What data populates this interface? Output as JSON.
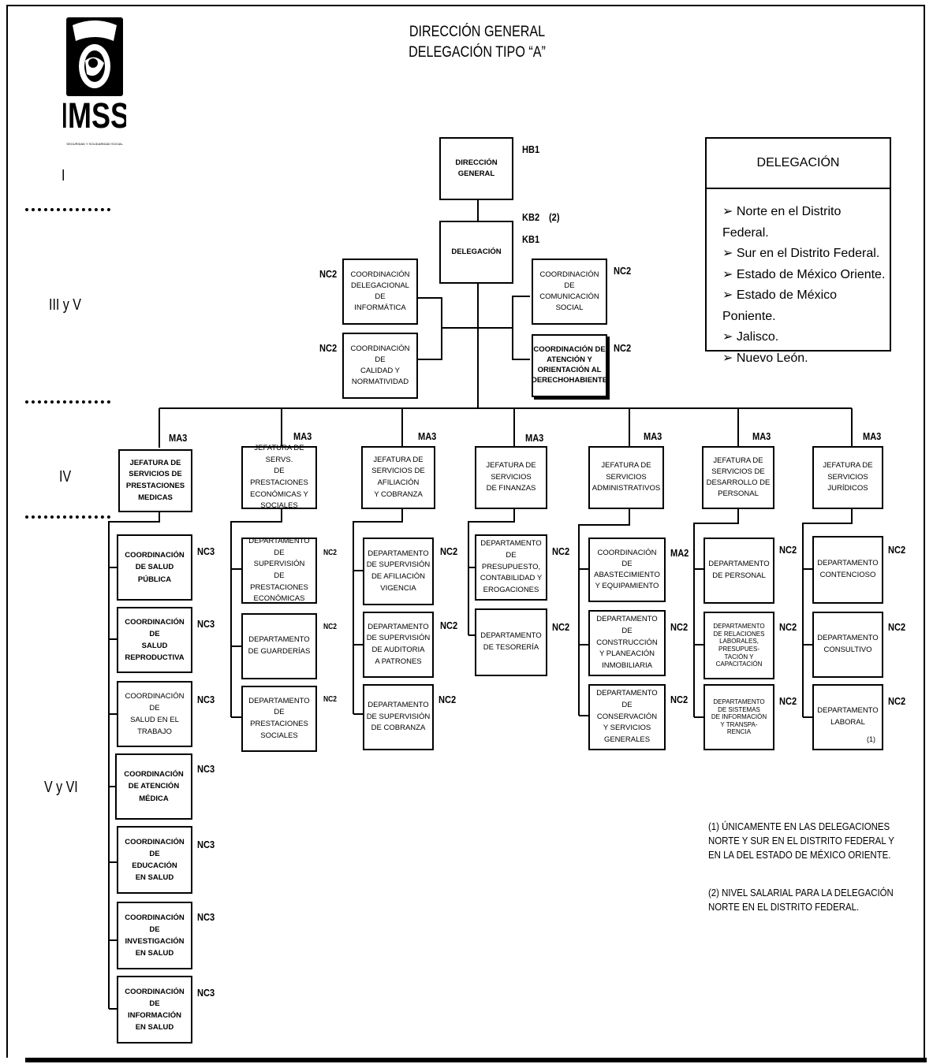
{
  "title": {
    "line1": "DIRECCIÓN GENERAL",
    "line2": "DELEGACIÓN TIPO “A”"
  },
  "logo": {
    "text": "IMSS",
    "tagline": "SEGURIDAD Y SOLIDARIDAD SOCIAL"
  },
  "levels": [
    "I",
    "III y V",
    "IV",
    "V y VI"
  ],
  "legend": {
    "title": "DELEGACIÓN",
    "items": [
      "Norte en el Distrito Federal.",
      "Sur en el Distrito Federal.",
      "Estado de México Oriente.",
      "Estado de México Poniente.",
      "Jalisco.",
      "Nuevo León."
    ]
  },
  "notes": [
    "(1) ÚNICAMENTE EN LAS DELEGACIONES NORTE Y SUR EN EL DISTRITO FEDERAL Y EN LA DEL ESTADO DE MÉXICO ORIENTE.",
    "(2) NIVEL SALARIAL PARA LA DELEGACIÓN NORTE EN EL DISTRITO FEDERAL."
  ],
  "top": {
    "direccion": {
      "label": "DIRECCIÓN\nGENERAL",
      "level": "HB1"
    },
    "delegacion": {
      "label": "DELEGACIÓN",
      "level1": "KB2",
      "level1_note": "(2)",
      "level2": "KB1"
    }
  },
  "coordinations": [
    {
      "label": "COORDINACIÓN\nDELEGACIONAL DE\nINFORMÁTICA",
      "level": "NC2"
    },
    {
      "label": "COORDINACIÓN DE\nCALIDAD Y\nNORMATIVIDAD",
      "level": "NC2"
    },
    {
      "label": "COORDINACIÓN DE\nCOMUNICACIÓN\nSOCIAL",
      "level": "NC2"
    },
    {
      "label": "COORDINACIÓN DE\nATENCIÓN Y\nORIENTACIÓN AL\nDERECHOHABIENTE",
      "level": "NC2"
    }
  ],
  "jefaturas": [
    {
      "label": "JEFATURA DE\nSERVICIOS DE\nPRESTACIONES\nMEDICAS",
      "level": "MA3",
      "children": [
        {
          "label": "COORDINACIÓN\nDE SALUD\nPÚBLICA",
          "level": "NC3"
        },
        {
          "label": "COORDINACIÓN DE\nSALUD\nREPRODUCTIVA",
          "level": "NC3"
        },
        {
          "label": "COORDINACIÓN DE\nSALUD EN EL\nTRABAJO",
          "level": "NC3"
        },
        {
          "label": "COORDINACIÓN\nDE ATENCIÓN\nMÉDICA",
          "level": "NC3"
        },
        {
          "label": "COORDINACIÓN DE\nEDUCACIÓN\nEN SALUD",
          "level": "NC3"
        },
        {
          "label": "COORDINACIÓN DE\nINVESTIGACIÓN\nEN SALUD",
          "level": "NC3"
        },
        {
          "label": "COORDINACIÓN DE\nINFORMACIÓN\nEN SALUD",
          "level": "NC3"
        }
      ]
    },
    {
      "label": "JEFATURA DE SERVS.\nDE PRESTACIONES\nECONÓMICAS Y\nSOCIALES",
      "level": "MA3",
      "children": [
        {
          "label": "DEPARTAMENTO DE\nSUPERVISIÓN\nDE PRESTACIONES\nECONÓMICAS",
          "level": "NC2"
        },
        {
          "label": "DEPARTAMENTO\nDE GUARDERÍAS",
          "level": "NC2"
        },
        {
          "label": "DEPARTAMENTO\nDE PRESTACIONES\nSOCIALES",
          "level": "NC2"
        }
      ]
    },
    {
      "label": "JEFATURA DE\nSERVICIOS DE\nAFILIACIÓN\nY COBRANZA",
      "level": "MA3",
      "children": [
        {
          "label": "DEPARTAMENTO\nDE SUPERVISIÓN\nDE AFILIACIÓN\nVIGENCIA",
          "level": "NC2"
        },
        {
          "label": "DEPARTAMENTO\nDE SUPERVISIÓN\nDE AUDITORIA\nA PATRONES",
          "level": "NC2"
        },
        {
          "label": "DEPARTAMENTO\nDE SUPERVISIÓN\nDE COBRANZA",
          "level": "NC2"
        }
      ]
    },
    {
      "label": "JEFATURA DE\nSERVICIOS\nDE FINANZAS",
      "level": "MA3",
      "children": [
        {
          "label": "DEPARTAMENTO\nDE PRESUPUESTO,\nCONTABILIDAD Y\nEROGACIONES",
          "level": "NC2"
        },
        {
          "label": "DEPARTAMENTO\nDE TESORERÍA",
          "level": "NC2"
        }
      ]
    },
    {
      "label": "JEFATURA DE\nSERVICIOS\nADMINISTRATIVOS",
      "level": "MA3",
      "children": [
        {
          "label": "COORDINACIÓN\nDE\nABASTECIMIENTO\nY EQUIPAMIENTO",
          "level": "MA2"
        },
        {
          "label": "DEPARTAMENTO\nDE CONSTRUCCIÓN\nY PLANEACIÓN\nINMOBILIARIA",
          "level": "NC2"
        },
        {
          "label": "DEPARTAMENTO\nDE CONSERVACIÓN\nY SERVICIOS\nGENERALES",
          "level": "NC2"
        }
      ]
    },
    {
      "label": "JEFATURA DE\nSERVICIOS DE\nDESARROLLO DE\nPERSONAL",
      "level": "MA3",
      "children": [
        {
          "label": "DEPARTAMENTO\nDE PERSONAL",
          "level": "NC2"
        },
        {
          "label": "DEPARTAMENTO\nDE RELACIONES\nLABORALES,\nPRESUPUES-\nTACIÓN Y\nCAPACITACIÓN",
          "level": "NC2"
        },
        {
          "label": "DEPARTAMENTO\nDE SISTEMAS\nDE INFORMACIÓN\nY TRANSPA-\nRENCIA",
          "level": "NC2"
        }
      ]
    },
    {
      "label": "JEFATURA DE\nSERVICIOS\nJURÍDICOS",
      "level": "MA3",
      "children": [
        {
          "label": "DEPARTAMENTO\nCONTENCIOSO",
          "level": "NC2"
        },
        {
          "label": "DEPARTAMENTO\nCONSULTIVO",
          "level": "NC2"
        },
        {
          "label": "DEPARTAMENTO\nLABORAL",
          "level": "NC2",
          "note": "(1)"
        }
      ]
    }
  ]
}
